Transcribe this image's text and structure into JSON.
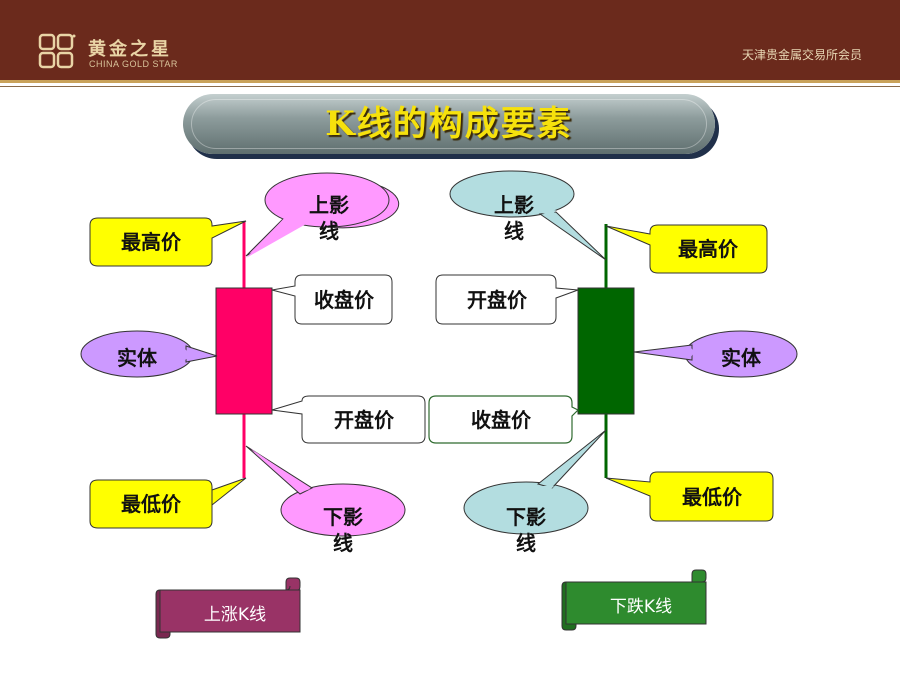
{
  "header": {
    "logo_cn": "黄金之星",
    "logo_en": "CHINA GOLD STAR",
    "right_text": "天津贵金属交易所会员"
  },
  "title": "K线的构成要素",
  "rising": {
    "upper_shadow": "上影线",
    "high": "最高价",
    "close": "收盘价",
    "body": "实体",
    "open": "开盘价",
    "low": "最低价",
    "lower_shadow": "下影线",
    "caption": "上涨K线"
  },
  "falling": {
    "upper_shadow": "上影线",
    "high": "最高价",
    "open": "开盘价",
    "body": "实体",
    "close": "收盘价",
    "low": "最低价",
    "lower_shadow": "下影线",
    "caption": "下跌K线"
  },
  "colors": {
    "rising_candle": "#ff0066",
    "falling_candle": "#006600",
    "callout_yellow": "#ffff00",
    "shadow_bubble_pink": "#ff99ff",
    "shadow_bubble_teal": "#b3dde0",
    "body_bubble_purple": "#cc99ff",
    "title_text": "#f6e10c"
  }
}
